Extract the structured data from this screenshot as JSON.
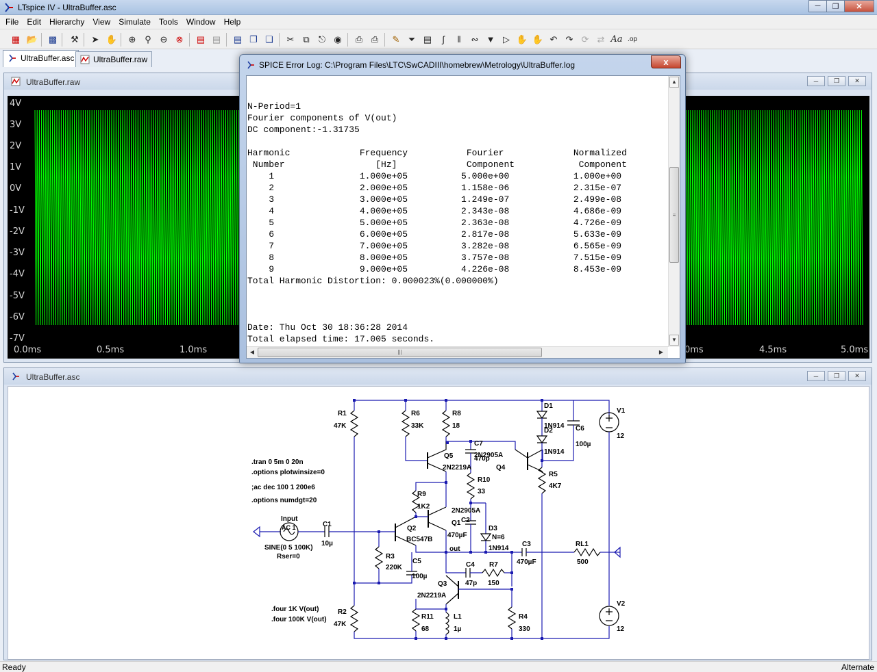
{
  "app": {
    "title": "LTspice IV - UltraBuffer.asc",
    "menu": [
      "File",
      "Edit",
      "Hierarchy",
      "View",
      "Simulate",
      "Tools",
      "Window",
      "Help"
    ]
  },
  "toolbar_icons": [
    "new-schematic-icon",
    "open-icon",
    "save-icon",
    "control-panel-icon",
    "run-icon",
    "halt-icon",
    "zoom-in-icon",
    "zoom-pan-icon",
    "zoom-out-icon",
    "zoom-fit-icon",
    "autorange-icon",
    "marker-icon",
    "tile-horizontal-icon",
    "cascade-icon",
    "close-all-icon",
    "cut-icon",
    "copy-icon",
    "paste-icon",
    "find-icon",
    "print-setup-icon",
    "print-icon",
    "wire-icon",
    "ground-icon",
    "label-icon",
    "resistor-icon",
    "capacitor-icon",
    "inductor-icon",
    "diode-icon",
    "component-icon",
    "move-icon",
    "drag-icon",
    "undo-icon",
    "redo-icon",
    "rotate-icon",
    "mirror-icon",
    "text-icon",
    "spice-directive-icon"
  ],
  "tabs": [
    {
      "label": "UltraBuffer.asc",
      "active": true
    },
    {
      "label": "UltraBuffer.raw",
      "active": false
    }
  ],
  "waveform_window": {
    "title": "UltraBuffer.raw",
    "trace_color": "#00ff00",
    "y_ticks": [
      "4V",
      "3V",
      "2V",
      "1V",
      "0V",
      "-1V",
      "-2V",
      "-3V",
      "-4V",
      "-5V",
      "-6V",
      "-7V"
    ],
    "x_ticks": [
      "0.0ms",
      "0.5ms",
      "1.0ms",
      "4.5ms",
      "5.0ms"
    ],
    "x_tick_partial": "0ms"
  },
  "schematic_window": {
    "title": "UltraBuffer.asc",
    "directives": [
      ".tran 0 5m 0 20n",
      ".options plotwinsize=0",
      ";ac dec 100 1 200e6",
      ".options numdgt=20"
    ],
    "four_directives": [
      ".four 1K V(out)",
      ".four 100K V(out)"
    ],
    "source_input": {
      "name": "Input",
      "type": "AC 1",
      "value": "SINE(0 5 100K)",
      "rser": "Rser=0"
    },
    "labels": {
      "R1": "R1",
      "R1v": "47K",
      "R2": "R2",
      "R2v": "47K",
      "R6": "R6",
      "R6v": "33K",
      "R8": "R8",
      "R8v": "18",
      "D1": "D1",
      "D1v": "1N914",
      "D2": "D2",
      "D2v": "1N914",
      "C6": "C6",
      "C6v": "100µ",
      "V1": "V1",
      "V1v": "12",
      "C7": "C7",
      "C7v": "470p",
      "Q5": "Q5",
      "Q5v": "2N2219A",
      "Q4": "Q4",
      "Q4v": "2N2905A",
      "R5": "R5",
      "R5v": "4K7",
      "R10": "R10",
      "R10v": "33",
      "R9": "R9",
      "R9v": "1K2",
      "Q1v": "2N2905A",
      "Q1": "Q1",
      "C2": "C2",
      "C2v": "470µF",
      "D3": "D3",
      "D3v": "N=6",
      "D3m": "1N914",
      "Q2": "Q2",
      "Q2v": "BC547B",
      "C1": "C1",
      "C1v": "10µ",
      "R3": "R3",
      "R3v": "220K",
      "C5": "C5",
      "C5v": "100µ",
      "out": "out",
      "C3": "C3",
      "C3v": "470µF",
      "RL1": "RL1",
      "RL1v": "500",
      "C4": "C4",
      "C4v": "47p",
      "R7": "R7",
      "R7v": "150",
      "Q3": "Q3",
      "Q3v": "2N2219A",
      "R11": "R11",
      "R11v": "68",
      "L1": "L1",
      "L1v": "1µ",
      "R4": "R4",
      "R4v": "330",
      "V2": "V2",
      "V2v": "12"
    }
  },
  "dialog": {
    "title": "SPICE Error Log: C:\\Program Files\\LTC\\SwCADIII\\homebrew\\Metrology\\UltraBuffer.log",
    "close_label": "x",
    "header_lines": [
      "N-Period=1",
      "Fourier components of V(out)",
      "DC component:-1.31735"
    ],
    "columns_line1": "Harmonic             Frequency           Fourier             Normalized",
    "columns_line2": " Number                 [Hz]             Component            Component",
    "rows": [
      {
        "n": "1",
        "freq": "1.000e+05",
        "comp": "5.000e+00",
        "norm": "1.000e+00"
      },
      {
        "n": "2",
        "freq": "2.000e+05",
        "comp": "1.158e-06",
        "norm": "2.315e-07"
      },
      {
        "n": "3",
        "freq": "3.000e+05",
        "comp": "1.249e-07",
        "norm": "2.499e-08"
      },
      {
        "n": "4",
        "freq": "4.000e+05",
        "comp": "2.343e-08",
        "norm": "4.686e-09"
      },
      {
        "n": "5",
        "freq": "5.000e+05",
        "comp": "2.363e-08",
        "norm": "4.726e-09"
      },
      {
        "n": "6",
        "freq": "6.000e+05",
        "comp": "2.817e-08",
        "norm": "5.633e-09"
      },
      {
        "n": "7",
        "freq": "7.000e+05",
        "comp": "3.282e-08",
        "norm": "6.565e-09"
      },
      {
        "n": "8",
        "freq": "8.000e+05",
        "comp": "3.757e-08",
        "norm": "7.515e-09"
      },
      {
        "n": "9",
        "freq": "9.000e+05",
        "comp": "4.226e-08",
        "norm": "8.453e-09"
      }
    ],
    "thd_line": "Total Harmonic Distortion: 0.000023%(0.000000%)",
    "date_line": "Date: Thu Oct 30 18:36:28 2014",
    "elapsed_line": "Total elapsed time: 17.005 seconds."
  },
  "status": {
    "left": "Ready",
    "right": "Alternate"
  }
}
